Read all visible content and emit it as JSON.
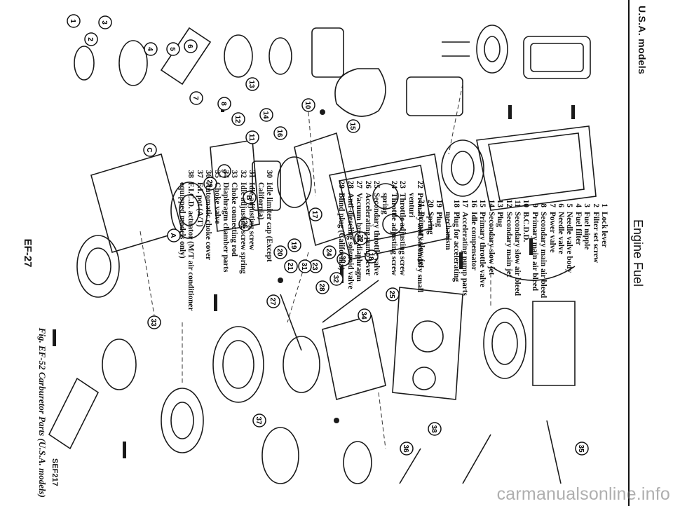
{
  "header": {
    "section_title": "U.S.A. models",
    "chapter_title": "Engine Fuel"
  },
  "legend": {
    "column1": [
      {
        "num": "1",
        "text": "Lock lever"
      },
      {
        "num": "2",
        "text": "Filter set screw"
      },
      {
        "num": "3",
        "text": "Fuel nipple"
      },
      {
        "num": "4",
        "text": "Fuel filter"
      },
      {
        "num": "5",
        "text": "Needle valve body"
      },
      {
        "num": "6",
        "text": "Needle valve"
      },
      {
        "num": "7",
        "text": "Power valve"
      },
      {
        "num": "8",
        "text": "Secondary main air bleed"
      },
      {
        "num": "9",
        "text": "Primary main air bleed"
      },
      {
        "num": "10",
        "text": "B.C.D.D."
      },
      {
        "num": "11",
        "text": "Secondary slow air bleed"
      },
      {
        "num": "12",
        "text": "Secondary main jet"
      },
      {
        "num": "13",
        "text": "Plug"
      },
      {
        "num": "14",
        "text": "Secondary slow jet"
      },
      {
        "num": "15",
        "text": "Primary throttle valve"
      },
      {
        "num": "16",
        "text": "Idle compensator"
      },
      {
        "num": "17",
        "text": "Accelerating pump parts"
      },
      {
        "num": "18",
        "text": "Plug for accelerating"
      },
      {
        "num": "",
        "text": "mechanism"
      },
      {
        "num": "19",
        "text": "Plug"
      },
      {
        "num": "20",
        "text": "Spring"
      },
      {
        "num": "21",
        "text": "Primary slow jet"
      }
    ],
    "column2": [
      {
        "num": "22",
        "text": "Primary and secondary small"
      },
      {
        "num": "",
        "text": "venturi"
      },
      {
        "num": "23",
        "text": "Throttle adjusting screw"
      },
      {
        "num": "24",
        "text": "Throttle adjusting screw"
      },
      {
        "num": "",
        "text": "spring"
      },
      {
        "num": "25",
        "text": "Secondary throttle valve"
      },
      {
        "num": "26",
        "text": "Accelerating pump lever"
      },
      {
        "num": "27",
        "text": "Vacuum break diaphragm"
      },
      {
        "num": "28",
        "text": "Anti-dieseling solenoid valve"
      },
      {
        "num": "29",
        "text": "Blind plug (California)"
      }
    ],
    "column3": [
      {
        "num": "30",
        "text": "Idle limiter cap (Except"
      },
      {
        "num": "",
        "text": "California)"
      },
      {
        "num": "31",
        "text": "Idle adjusting screw"
      },
      {
        "num": "32",
        "text": "Idle adjusting screw spring"
      },
      {
        "num": "33",
        "text": "Choke connecting rod"
      },
      {
        "num": "34",
        "text": "Diaphragm chamber parts"
      },
      {
        "num": "35",
        "text": "Choke valve"
      },
      {
        "num": "36",
        "text": "Automatic choke cover"
      },
      {
        "num": "37",
        "text": "F.I. pot (A/T)"
      },
      {
        "num": "38",
        "text": "F.I.C.D. actuator (M/T air conditioner"
      },
      {
        "num": "",
        "text": "equipped models only)"
      }
    ]
  },
  "figure": {
    "code": "SEF217",
    "caption": "Fig. EF-52 Carburetor Parts (U.S.A. models)",
    "callout_letters": [
      "A",
      "B",
      "C"
    ],
    "callout_numbers": [
      "1",
      "2",
      "3",
      "4",
      "5",
      "6",
      "7",
      "8",
      "9",
      "10",
      "11",
      "12",
      "13",
      "14",
      "15",
      "16",
      "17",
      "18",
      "19",
      "20",
      "21",
      "22",
      "23",
      "24",
      "25",
      "26",
      "27",
      "28",
      "29",
      "30",
      "31",
      "32",
      "33",
      "34",
      "35",
      "36",
      "37",
      "38"
    ]
  },
  "footer": {
    "page_number": "EF-27"
  },
  "watermark": "carmanualsonline.info"
}
